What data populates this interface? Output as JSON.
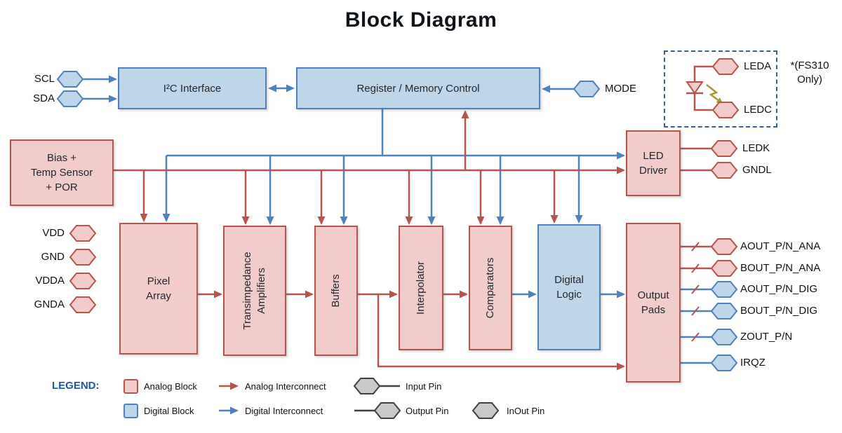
{
  "title": "Block Diagram",
  "blocks": {
    "i2c": "I²C Interface",
    "regmem": "Register / Memory Control",
    "bias": "Bias +\nTemp Sensor\n+ POR",
    "pixel": "Pixel\nArray",
    "tia": "Transimpedance\nAmplifiers",
    "buffers": "Buffers",
    "interpolator": "Interpolator",
    "comparators": "Comparators",
    "digital_logic": "Digital\nLogic",
    "led_driver": "LED\nDriver",
    "output_pads": "Output\nPads"
  },
  "pins": {
    "scl": "SCL",
    "sda": "SDA",
    "mode": "MODE",
    "vdd": "VDD",
    "gnd": "GND",
    "vdda": "VDDA",
    "gnda": "GNDA",
    "leda": "LEDA",
    "ledc": "LEDC",
    "ledk": "LEDK",
    "gndl": "GNDL",
    "aout_ana": "AOUT_P/N_ANA",
    "bout_ana": "BOUT_P/N_ANA",
    "aout_dig": "AOUT_P/N_DIG",
    "bout_dig": "BOUT_P/N_DIG",
    "zout": "ZOUT_P/N",
    "irqz": "IRQZ"
  },
  "note": "*(FS310\nOnly)",
  "legend": {
    "heading": "LEGEND:",
    "analog_block": "Analog Block",
    "digital_block": "Digital Block",
    "analog_interconnect": "Analog Interconnect",
    "digital_interconnect": "Digital Interconnect",
    "input_pin": "Input Pin",
    "output_pin": "Output Pin",
    "inout_pin": "InOut Pin"
  },
  "colors": {
    "analog_fill": "#f2cbcb",
    "analog_stroke": "#b5534c",
    "digital_fill": "#bdd6ea",
    "digital_stroke": "#4f81bd",
    "gray_pin_fill": "#c9c9c9",
    "gray_pin_stroke": "#404040",
    "led_flash": "#a89a2c",
    "dashed_box_border": "#3a5f8f",
    "legend_heading": "#1f55a8"
  }
}
